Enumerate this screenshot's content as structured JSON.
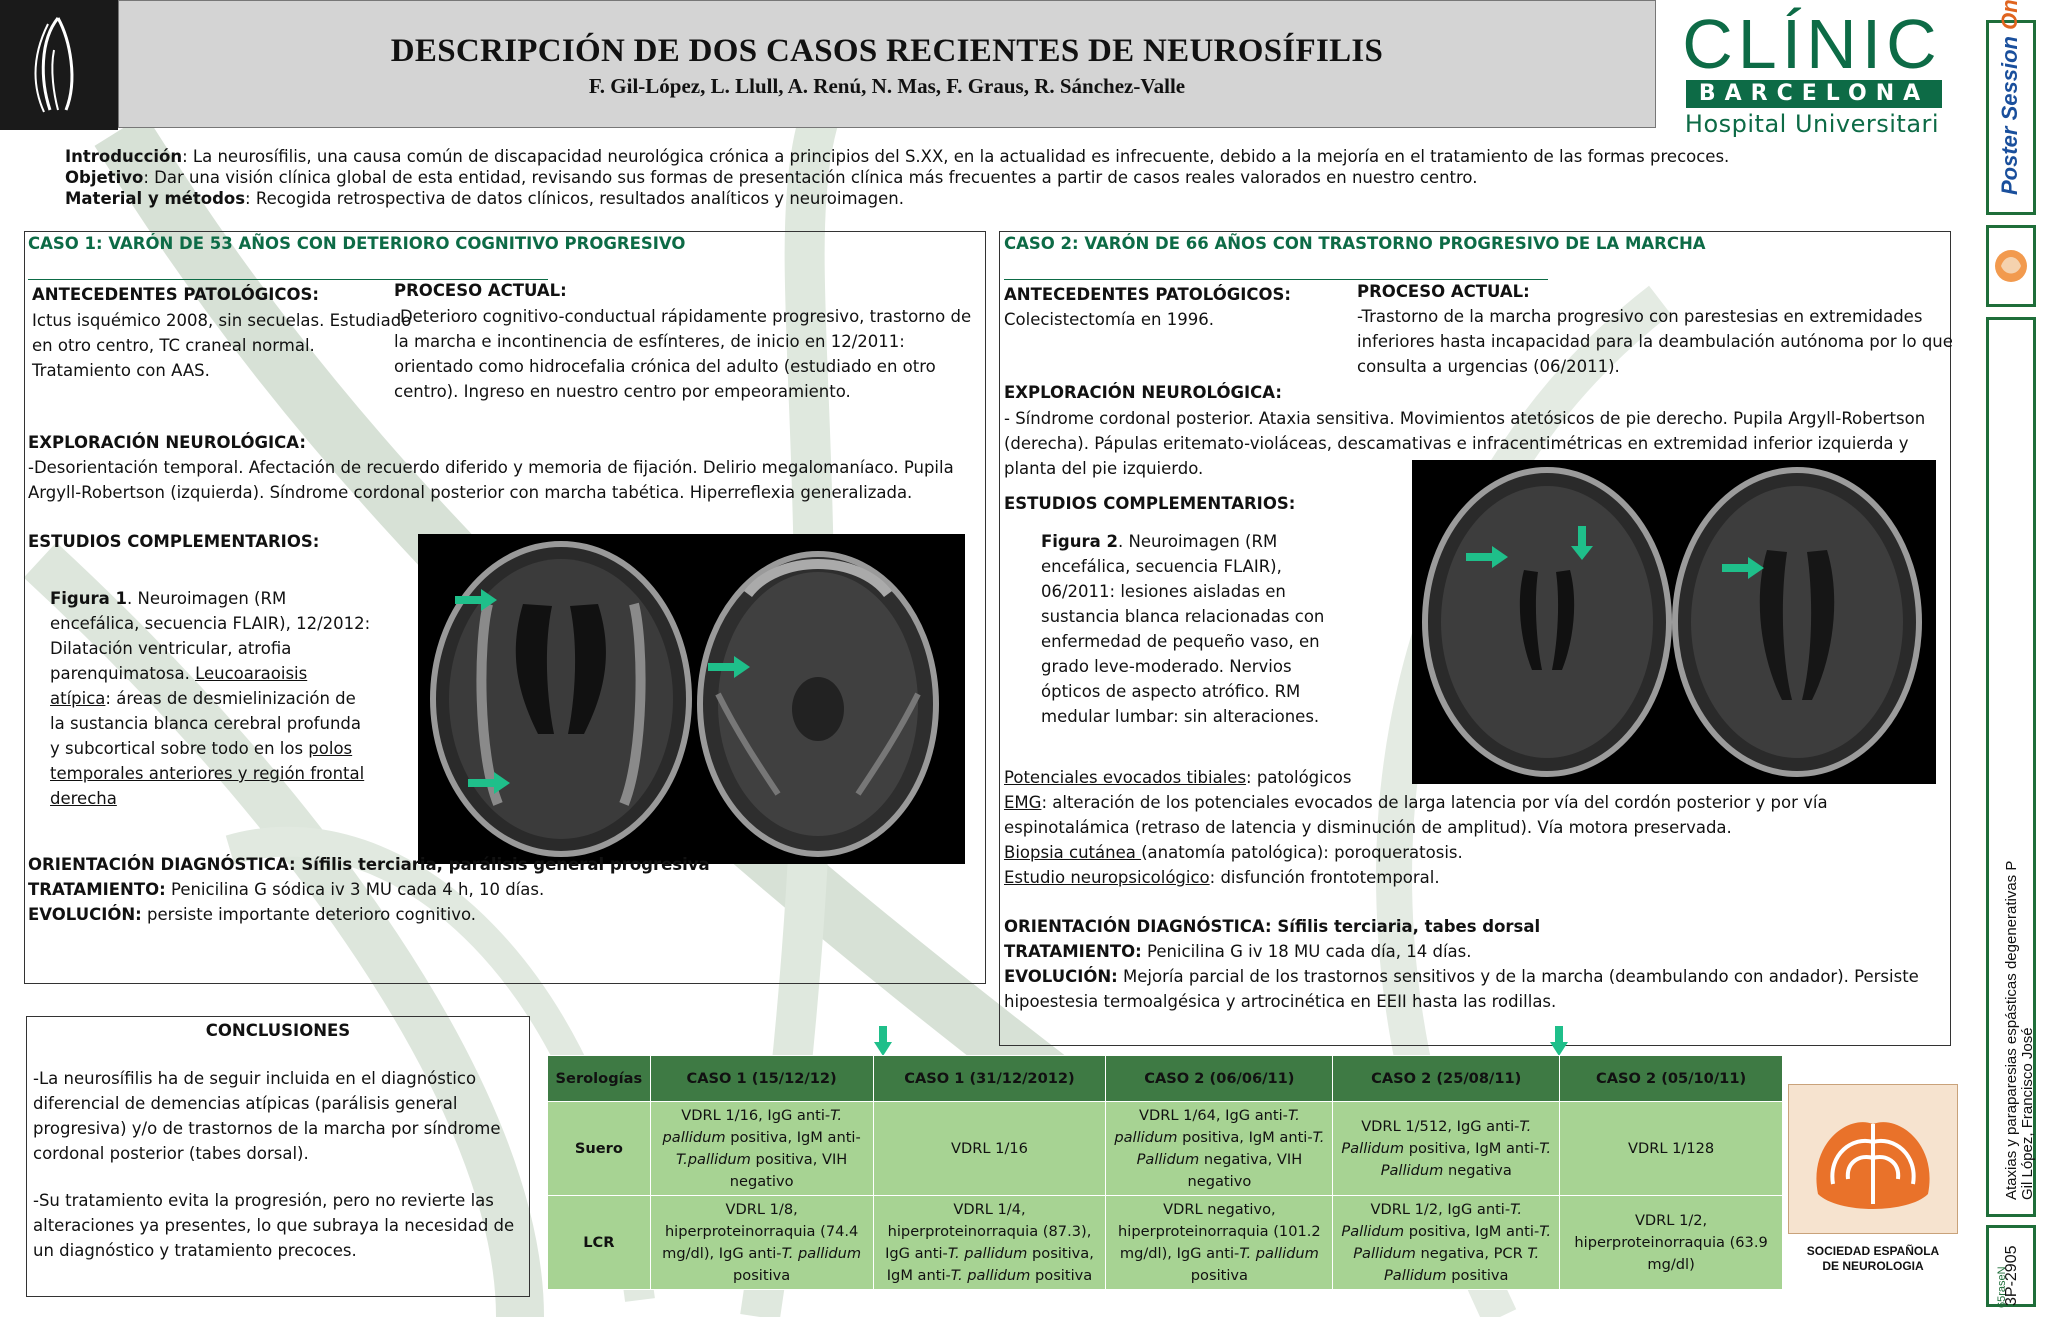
{
  "header": {
    "title": "DESCRIPCIÓN DE DOS CASOS RECIENTES DE NEUROSÍFILIS",
    "authors": "F. Gil-López, L. Llull, A. Renú, N. Mas, F. Graus, R. Sánchez-Valle"
  },
  "brand": {
    "name": "CLÍNIC",
    "city": "BARCELONA",
    "sub": "Hospital Universitari",
    "color": "#0d6b46"
  },
  "sidebar": {
    "poster_session_1": "Poster",
    "poster_session_2": "Session",
    "poster_session_3": "Online",
    "topic": "Ataxias y paraparesias espásticas degenerativas P",
    "author": "Gil López, Francisco José",
    "code": "3P-2905",
    "footer": "65raseN"
  },
  "intro": {
    "intro_label": "Introducción",
    "intro_text": ": La neurosífilis, una causa común de discapacidad neurológica crónica a principios del S.XX, en la actualidad es infrecuente, debido a la mejoría en el tratamiento de las formas precoces.",
    "obj_label": "Objetivo",
    "obj_text": ": Dar una visión clínica global de esta entidad, revisando sus formas de presentación clínica más frecuentes a partir de casos reales valorados en nuestro centro.",
    "mm_label": "Material y métodos",
    "mm_text": ": Recogida retrospectiva de datos clínicos, resultados analíticos y neuroimagen."
  },
  "case1": {
    "title": "CASO 1: VARÓN DE 53 AÑOS CON DETERIORO COGNITIVO PROGRESIVO",
    "ant_h": "ANTECEDENTES PATOLÓGICOS:",
    "ant_1": "Ictus isquémico 2008, sin secuelas. Estudiado",
    "ant_2": "en otro centro, TC craneal normal.",
    "ant_3": "Tratamiento con AAS.",
    "proc_h": "PROCESO ACTUAL:",
    "proc_1": "-Deterioro cognitivo-conductual rápidamente progresivo, trastorno de",
    "proc_2": "la marcha e incontinencia de esfínteres, de inicio en 12/2011:",
    "proc_3": "orientado como hidrocefalia crónica del adulto (estudiado en otro",
    "proc_4": "centro).  Ingreso en nuestro centro por empeoramiento.",
    "expl_h": "EXPLORACIÓN NEUROLÓGICA:",
    "expl_1": "-Desorientación temporal. Afectación de recuerdo diferido y memoria de fijación. Delirio megalomaníaco. Pupila",
    "expl_2": "Argyll-Robertson (izquierda). Síndrome cordonal posterior con marcha tabética. Hiperreflexia generalizada.",
    "est_h": "ESTUDIOS COMPLEMENTARIOS:",
    "fig_label": "Figura 1",
    "fig_1": ". Neuroimagen (RM",
    "fig_2": "encefálica, secuencia FLAIR), 12/2012:",
    "fig_3": "Dilatación ventricular, atrofia",
    "fig_4a": "parenquimatosa. ",
    "fig_4b": "Leucoaraoisis",
    "fig_5a": "atípica",
    "fig_5b": ": áreas de desmielinización de",
    "fig_6": "la sustancia blanca cerebral profunda",
    "fig_7a": "y subcortical sobre todo en los ",
    "fig_7b": "polos",
    "fig_8": "temporales anteriores y región  frontal",
    "fig_9": "derecha",
    "od_label": "ORIENTACIÓN DIAGNÓSTICA: Sífilis terciaria, parálisis general progresiva",
    "tr_label": "TRATAMIENTO:",
    "tr_text": " Penicilina G sódica iv 3 MU cada 4 h, 10 días.",
    "ev_label": "EVOLUCIÓN:",
    "ev_text": " persiste importante deterioro cognitivo."
  },
  "case2": {
    "title": "CASO 2: VARÓN DE 66 AÑOS CON TRASTORNO PROGRESIVO DE LA MARCHA",
    "ant_h": "ANTECEDENTES PATOLÓGICOS:",
    "ant_1": "Colecistectomía en 1996.",
    "proc_h": "PROCESO ACTUAL:",
    "proc_1": "-Trastorno de la marcha progresivo con parestesias en extremidades",
    "proc_2": "inferiores hasta incapacidad para la deambulación autónoma por lo que",
    "proc_3": "consulta a urgencias (06/2011).",
    "expl_h": "EXPLORACIÓN NEUROLÓGICA:",
    "expl_1": "- Síndrome cordonal posterior.  Ataxia sensitiva. Movimientos atetósicos de pie derecho. Pupila Argyll-Robertson",
    "expl_2": "(derecha). Pápulas eritemato-violáceas, descamativas e infracentimétricas en extremidad inferior izquierda y",
    "expl_3": "planta del pie izquierdo.",
    "est_h": "ESTUDIOS COMPLEMENTARIOS:",
    "fig_label": "Figura 2",
    "fig_1": ". Neuroimagen (RM",
    "fig_2": "encefálica, secuencia FLAIR),",
    "fig_3": "06/2011: lesiones aisladas en",
    "fig_4": "sustancia blanca relacionadas con",
    "fig_5": "enfermedad de pequeño vaso, en",
    "fig_6": "grado leve-moderado. Nervios",
    "fig_7": "ópticos de aspecto atrófico. RM",
    "fig_8": "medular lumbar: sin alteraciones.",
    "pe_label": "Potenciales evocados tibiales",
    "pe_text": ": patológicos",
    "emg_label": "EMG",
    "emg_text": ":  alteración de los potenciales evocados de larga latencia por vía del cordón posterior y por vía",
    "emg_text2": "espinotalámica (retraso de latencia y disminución de amplitud). Vía motora preservada.",
    "bc_label": "Biopsia cutánea ",
    "bc_text": "(anatomía patológica): poroqueratosis.",
    "en_label": "Estudio neuropsicológico",
    "en_text": ": disfunción frontotemporal.",
    "od_label": "ORIENTACIÓN DIAGNÓSTICA: Sífilis terciaria, tabes dorsal",
    "tr_label": "TRATAMIENTO:",
    "tr_text": " Penicilina G iv 18 MU cada día, 14 días.",
    "ev_label": "EVOLUCIÓN:",
    "ev_text": " Mejoría parcial de los trastornos sensitivos y de la marcha (deambulando con andador).  Persiste",
    "ev_text2": "hipoestesia termoalgésica y artrocinética en EEII hasta las rodillas."
  },
  "conclusions": {
    "title": "CONCLUSIONES",
    "p1_1": "-La neurosífilis ha de seguir incluida en el diagnóstico",
    "p1_2": "diferencial de demencias atípicas (parálisis general",
    "p1_3": "progresiva) y/o de trastornos de la marcha por síndrome",
    "p1_4": "cordonal posterior (tabes dorsal).",
    "p2_1": "-Su tratamiento evita la progresión, pero no revierte las",
    "p2_2": "alteraciones ya presentes, lo que subraya la necesidad de",
    "p2_3": "un diagnóstico y tratamiento precoces."
  },
  "table": {
    "headers": [
      "Serologías",
      "CASO 1 (15/12/12)",
      "CASO 1 (31/12/2012)",
      "CASO 2 (06/06/11)",
      "CASO 2 (25/08/11)",
      "CASO 2 (05/10/11)"
    ],
    "suero_label": "Suero",
    "lcr_label": "LCR"
  },
  "sen": {
    "name_1": "SOCIEDAD ESPAÑOLA",
    "name_2": "DE NEUROLOGIA"
  },
  "colors": {
    "accent_green": "#0d6b46",
    "table_header": "#3e7a44",
    "table_cell": "#a7d393",
    "arrow": "#1fbf8a"
  }
}
